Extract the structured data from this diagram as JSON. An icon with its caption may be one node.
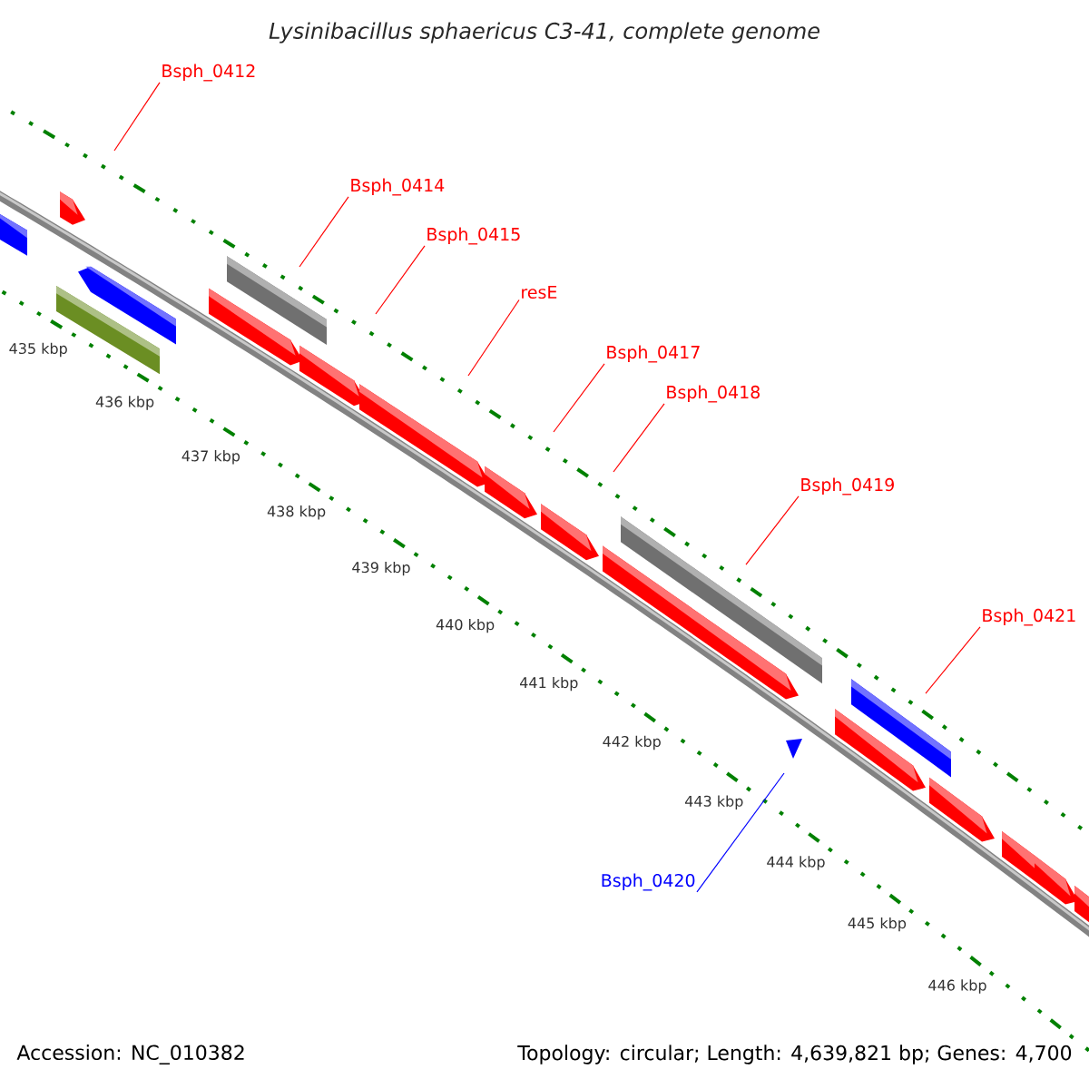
{
  "diagram": {
    "title": "Lysinibacillus sphaericus C3-41, complete genome",
    "nodes": [
      {
        "text": [
          "Bsph_0412"
        ]
      },
      {
        "text": [
          "Bsph_0414"
        ]
      },
      {
        "text": [
          "Bsph_0415"
        ]
      },
      {
        "text": [
          "resE"
        ]
      },
      {
        "text": [
          "Bsph_0417"
        ]
      },
      {
        "text": [
          "Bsph_0418"
        ]
      },
      {
        "text": [
          "Bsph_0419"
        ]
      },
      {
        "text": [
          "Bsph_0421"
        ]
      },
      {
        "text": [
          "Bsph_0420"
        ]
      }
    ],
    "edges": [
      {
        "from": 0,
        "to": null,
        "arrow": "none"
      },
      {
        "from": 1,
        "to": null,
        "arrow": "none"
      },
      {
        "from": 2,
        "to": null,
        "arrow": "none"
      },
      {
        "from": 3,
        "to": null,
        "arrow": "none"
      },
      {
        "from": 4,
        "to": null,
        "arrow": "none"
      },
      {
        "from": 5,
        "to": null,
        "arrow": "none"
      },
      {
        "from": 6,
        "to": null,
        "arrow": "none"
      },
      {
        "from": 7,
        "to": null,
        "arrow": "none"
      },
      {
        "from": 8,
        "to": null,
        "arrow": "none",
        "color": "#0000ff"
      }
    ],
    "labels": [
      "435 kbp",
      "436 kbp",
      "437 kbp",
      "438 kbp",
      "439 kbp",
      "440 kbp",
      "441 kbp",
      "442 kbp",
      "443 kbp",
      "444 kbp",
      "445 kbp",
      "446 kbp",
      "Accession: NC_010382",
      "Topology: circular; Length: 4,639,821 bp; Genes: 4,700"
    ]
  }
}
